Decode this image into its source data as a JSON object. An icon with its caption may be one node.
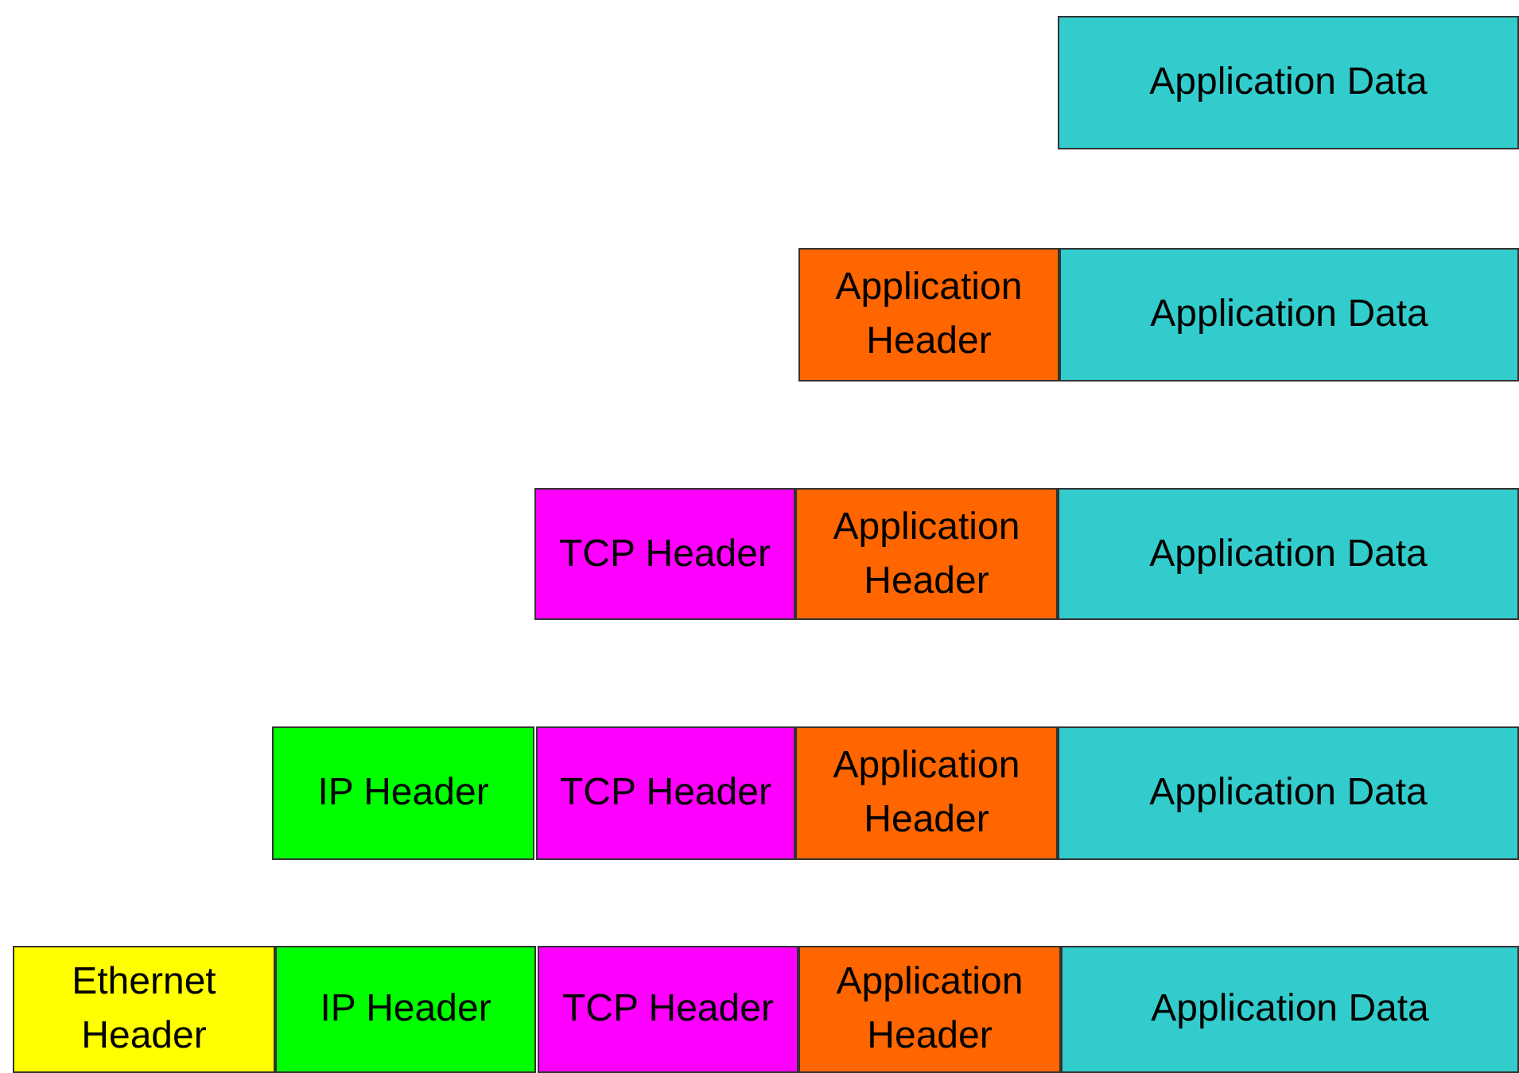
{
  "diagram": {
    "nodes": [
      {
        "text": [
          "Application Data"
        ]
      },
      {
        "text": [
          "Application Header"
        ]
      },
      {
        "text": [
          "Application Data"
        ]
      },
      {
        "text": [
          "TCP Header"
        ]
      },
      {
        "text": [
          "Application Header"
        ]
      },
      {
        "text": [
          "Application Data"
        ]
      },
      {
        "text": [
          "IP Header"
        ]
      },
      {
        "text": [
          "TCP Header"
        ]
      },
      {
        "text": [
          "Application Header"
        ]
      },
      {
        "text": [
          "Application Data"
        ]
      },
      {
        "text": [
          "Ethernet Header"
        ]
      },
      {
        "text": [
          "IP Header"
        ]
      },
      {
        "text": [
          "TCP Header"
        ]
      },
      {
        "text": [
          "Application Header"
        ]
      },
      {
        "text": [
          "Application Data"
        ]
      }
    ]
  }
}
